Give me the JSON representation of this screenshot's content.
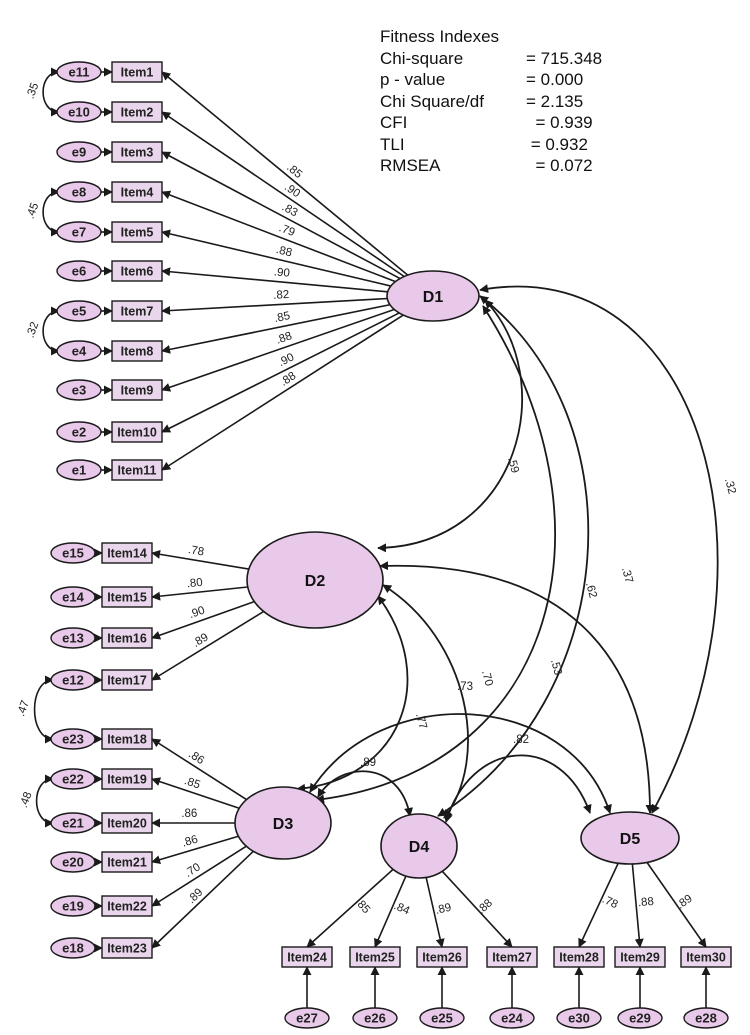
{
  "fit_indexes": {
    "title": "Fitness Indexes",
    "rows": [
      {
        "label": "Chi-square",
        "value": "= 715.348"
      },
      {
        "label": "p - value",
        "value": "= 0.000"
      },
      {
        "label": "Chi Square/df",
        "value": "= 2.135"
      },
      {
        "label": "CFI",
        "value": "  = 0.939"
      },
      {
        "label": "TLI",
        "value": " = 0.932"
      },
      {
        "label": "RMSEA",
        "value": "  = 0.072"
      }
    ]
  },
  "colors": {
    "node_fill": "#e9c9ea",
    "box_fill": "#ead6ec",
    "stroke": "#1a1a1a"
  },
  "factors": [
    {
      "id": "D1",
      "label": "D1",
      "items": [
        {
          "item": "Item1",
          "error": "e11",
          "loading": ".85"
        },
        {
          "item": "Item2",
          "error": "e10",
          "loading": ".90"
        },
        {
          "item": "Item3",
          "error": "e9",
          "loading": ".83"
        },
        {
          "item": "Item4",
          "error": "e8",
          "loading": ".79"
        },
        {
          "item": "Item5",
          "error": "e7",
          "loading": ".88"
        },
        {
          "item": "Item6",
          "error": "e6",
          "loading": ".90"
        },
        {
          "item": "Item7",
          "error": "e5",
          "loading": ".82"
        },
        {
          "item": "Item8",
          "error": "e4",
          "loading": ".85"
        },
        {
          "item": "Item9",
          "error": "e3",
          "loading": ".88"
        },
        {
          "item": "Item10",
          "error": "e2",
          "loading": ".90"
        },
        {
          "item": "Item11",
          "error": "e1",
          "loading": ".88"
        }
      ]
    },
    {
      "id": "D2",
      "label": "D2",
      "items": [
        {
          "item": "Item14",
          "error": "e15",
          "loading": ".78"
        },
        {
          "item": "Item15",
          "error": "e14",
          "loading": ".80"
        },
        {
          "item": "Item16",
          "error": "e13",
          "loading": ".90"
        },
        {
          "item": "Item17",
          "error": "e12",
          "loading": ".89"
        }
      ]
    },
    {
      "id": "D3",
      "label": "D3",
      "items": [
        {
          "item": "Item18",
          "error": "e23",
          "loading": ".86"
        },
        {
          "item": "Item19",
          "error": "e22",
          "loading": ".85"
        },
        {
          "item": "Item20",
          "error": "e21",
          "loading": ".86"
        },
        {
          "item": "Item21",
          "error": "e20",
          "loading": ".86"
        },
        {
          "item": "Item22",
          "error": "e19",
          "loading": ".70"
        },
        {
          "item": "Item23",
          "error": "e18",
          "loading": ".89"
        }
      ]
    },
    {
      "id": "D4",
      "label": "D4",
      "items": [
        {
          "item": "Item24",
          "error": "e27",
          "loading": ".85"
        },
        {
          "item": "Item25",
          "error": "e26",
          "loading": ".84"
        },
        {
          "item": "Item26",
          "error": "e25",
          "loading": ".89"
        },
        {
          "item": "Item27",
          "error": "e24",
          "loading": ".88"
        }
      ]
    },
    {
      "id": "D5",
      "label": "D5",
      "items": [
        {
          "item": "Item28",
          "error": "e30",
          "loading": ".78"
        },
        {
          "item": "Item29",
          "error": "e29",
          "loading": ".88"
        },
        {
          "item": "Item30",
          "error": "e28",
          "loading": ".89"
        }
      ]
    }
  ],
  "error_covariances": [
    {
      "from": "e11",
      "to": "e10",
      "value": ".35"
    },
    {
      "from": "e8",
      "to": "e7",
      "value": ".45"
    },
    {
      "from": "e5",
      "to": "e4",
      "value": ".32"
    },
    {
      "from": "e12",
      "to": "e23",
      "value": ".47"
    },
    {
      "from": "e22",
      "to": "e21",
      "value": ".48"
    }
  ],
  "factor_correlations": [
    {
      "from": "D1",
      "to": "D2",
      "value": ".59"
    },
    {
      "from": "D1",
      "to": "D3",
      "value": ".53"
    },
    {
      "from": "D1",
      "to": "D4",
      "value": ".37"
    },
    {
      "from": "D1",
      "to": "D5",
      "value": ".32"
    },
    {
      "from": "D2",
      "to": "D3",
      "value": ".77"
    },
    {
      "from": "D2",
      "to": "D4",
      "value": ".70"
    },
    {
      "from": "D2",
      "to": "D5",
      "value": ".62"
    },
    {
      "from": "D3",
      "to": "D4",
      "value": ".89"
    },
    {
      "from": "D3",
      "to": "D5",
      "value": ".73"
    },
    {
      "from": "D4",
      "to": "D5",
      "value": ".82"
    }
  ]
}
